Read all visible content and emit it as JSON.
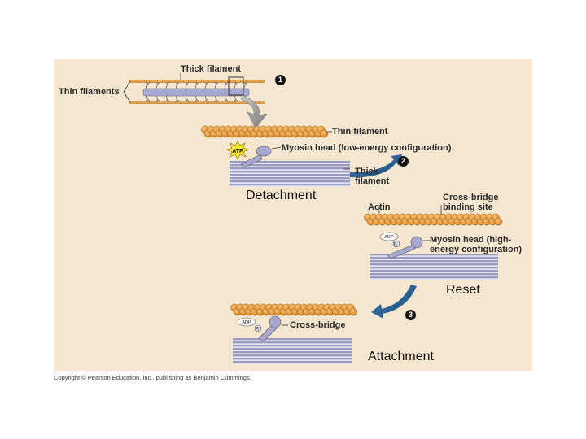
{
  "labels": {
    "thick_filament_top": "Thick filament",
    "thin_filaments": "Thin filaments",
    "thin_filament": "Thin filament",
    "myosin_head_low": "Myosin head (low-energy configuration)",
    "thick_filament_mid_1": "Thick",
    "thick_filament_mid_2": "filament",
    "actin": "Actin",
    "cross_bridge_site_1": "Cross-bridge",
    "cross_bridge_site_2": "binding site",
    "myosin_head_high_1": "Myosin head (high-",
    "myosin_head_high_2": "energy configuration)",
    "cross_bridge": "Cross-bridge"
  },
  "molecules": {
    "atp": "ATP",
    "adp_2": "ADP",
    "pi_2": "P",
    "pi_2_sub": "i",
    "adp_3": "ADP",
    "pi_3": "P",
    "pi_3_sub": "i"
  },
  "steps": [
    "1",
    "2",
    "3"
  ],
  "stage_labels": {
    "detachment": "Detachment",
    "reset": "Reset",
    "attachment": "Attachment"
  },
  "copyright": "Copyright © Pearson Education, Inc., publishing as Benjamin Cummings.",
  "colors": {
    "background": "#f5e6cf",
    "actin": "#e39a3a",
    "thick_filament": "#9a9bc2",
    "myosin_head": "#a7a8cf",
    "arrow": "#2a5c8c"
  }
}
